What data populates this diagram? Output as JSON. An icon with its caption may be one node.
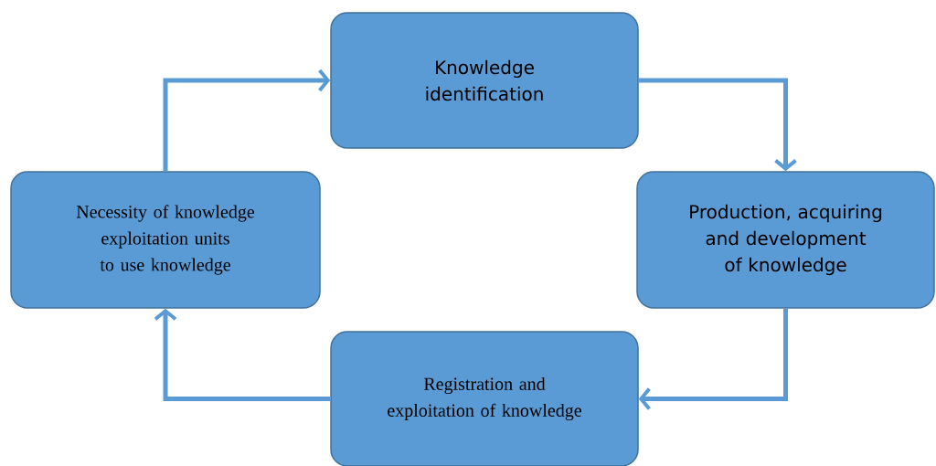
{
  "diagram": {
    "nodes": [
      {
        "text": [
          "Knowledge identification"
        ]
      },
      {
        "text": [
          "Production, acquiring and development of knowledge"
        ]
      },
      {
        "text": [
          "Registration and exploitation of knowledge"
        ]
      },
      {
        "text": [
          "Necessity of knowledge exploitation units to use knowledge"
        ]
      }
    ],
    "edges": [
      {
        "from": 3,
        "to": 0,
        "arrow": "to"
      },
      {
        "from": 0,
        "to": 1,
        "arrow": "to"
      },
      {
        "from": 1,
        "to": 2,
        "arrow": "to"
      },
      {
        "from": 2,
        "to": 3,
        "arrow": "to"
      }
    ]
  }
}
